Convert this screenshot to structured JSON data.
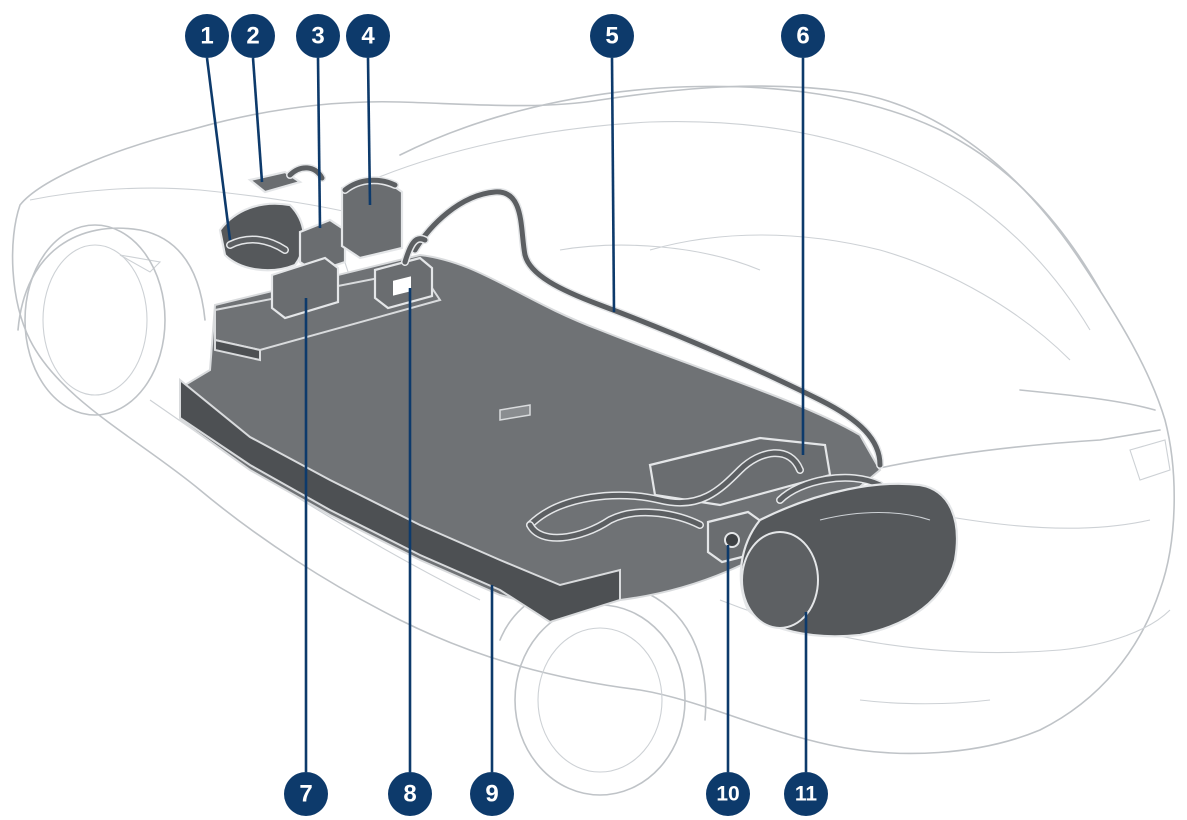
{
  "callouts": [
    {
      "id": "1",
      "label": "1"
    },
    {
      "id": "2",
      "label": "2"
    },
    {
      "id": "3",
      "label": "3"
    },
    {
      "id": "4",
      "label": "4"
    },
    {
      "id": "5",
      "label": "5"
    },
    {
      "id": "6",
      "label": "6"
    },
    {
      "id": "7",
      "label": "7"
    },
    {
      "id": "8",
      "label": "8"
    },
    {
      "id": "9",
      "label": "9"
    },
    {
      "id": "10",
      "label": "10"
    },
    {
      "id": "11",
      "label": "11"
    }
  ],
  "colors": {
    "callout": "#0d3a6b",
    "car_outline": "#bfc3c7",
    "component": "#6a6d70",
    "battery": "#4d5053"
  }
}
